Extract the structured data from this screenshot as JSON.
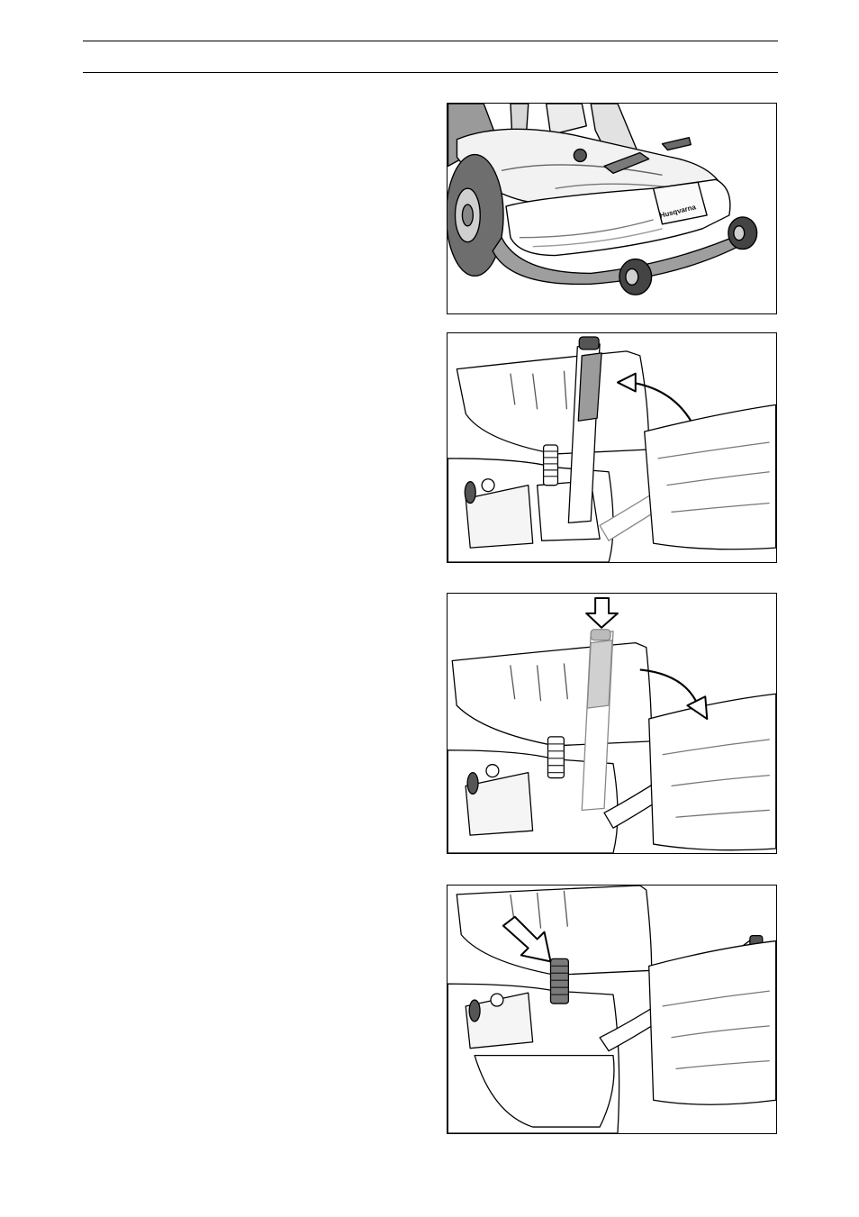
{
  "illustrations": [
    {
      "id": "mower-front-view",
      "brand_text": "Husqvarna"
    },
    {
      "id": "lever-raise",
      "arrow": "curved-arrow-up"
    },
    {
      "id": "lever-lower",
      "arrow": "curved-arrow-down",
      "push_arrow": "down-arrow"
    },
    {
      "id": "lever-button-press",
      "arrow": "diagonal-arrow"
    }
  ],
  "colors": {
    "line": "#000000",
    "grip": "#8a8a8a",
    "grip_light": "#cfcfcf",
    "body_grey": "#bdbdbd"
  }
}
